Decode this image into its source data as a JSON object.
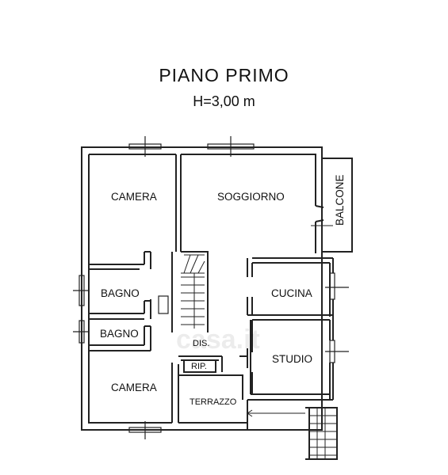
{
  "plan": {
    "title": "PIANO PRIMO",
    "height": "H=3,00 m"
  },
  "rooms": {
    "camera_top": "CAMERA",
    "soggiorno": "SOGGIORNO",
    "balcone": "BALCONE",
    "bagno_1": "BAGNO",
    "cucina": "CUCINA",
    "bagno_2": "BAGNO",
    "dis": "DIS.",
    "studio": "STUDIO",
    "rip": "RIP.",
    "camera_bottom": "CAMERA",
    "terrazzo": "TERRAZZO"
  },
  "watermark": "casa.it"
}
